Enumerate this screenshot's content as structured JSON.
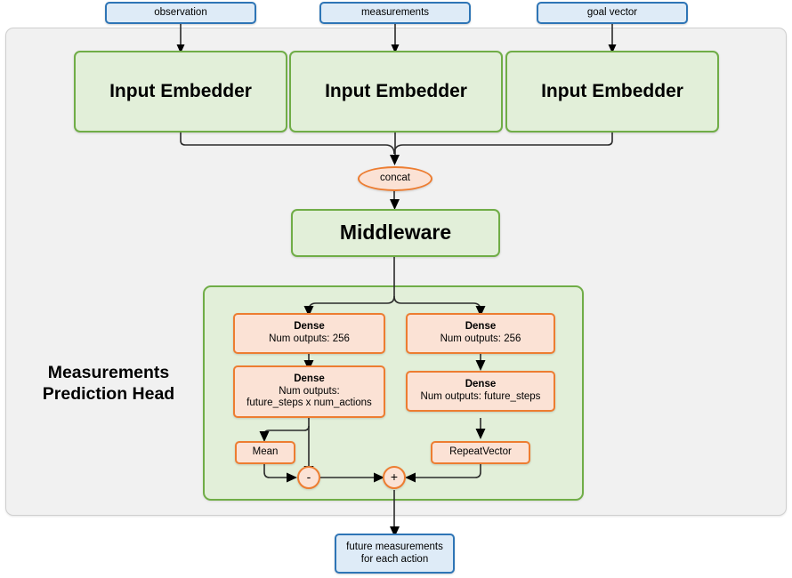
{
  "diagram": {
    "title_label": "Measurements\nPrediction Head",
    "colors": {
      "container_fill": "#f1f1f1",
      "container_border": "#cfcfcf",
      "green_fill": "#e2efd9",
      "green_border": "#70ad47",
      "orange_fill": "#fbe2d5",
      "orange_border": "#ed7d31",
      "blue_fill": "#deebf7",
      "blue_border": "#2e75b6",
      "wire": "#2b2b2b"
    }
  },
  "inputs": [
    {
      "label": "observation"
    },
    {
      "label": "measurements"
    },
    {
      "label": "goal vector"
    }
  ],
  "embedders": [
    {
      "label": "Input Embedder"
    },
    {
      "label": "Input Embedder"
    },
    {
      "label": "Input Embedder"
    }
  ],
  "concat": {
    "label": "concat"
  },
  "middleware": {
    "label": "Middleware"
  },
  "head": {
    "title_line1": "Measurements",
    "title_line2": "Prediction Head",
    "left_branch": {
      "dense1": {
        "title": "Dense",
        "sub": "Num outputs: 256"
      },
      "dense2": {
        "title": "Dense",
        "sub_line1": "Num outputs:",
        "sub_line2": "future_steps x num_actions"
      },
      "mean": {
        "label": "Mean"
      },
      "operator": {
        "label": "-"
      }
    },
    "right_branch": {
      "dense1": {
        "title": "Dense",
        "sub": "Num outputs: 256"
      },
      "dense2": {
        "title": "Dense",
        "sub": "Num outputs: future_steps"
      },
      "repeat_vector": {
        "label": "RepeatVector"
      },
      "operator": {
        "label": "+"
      }
    }
  },
  "output": {
    "line1": "future measurements",
    "line2": "for each action"
  }
}
